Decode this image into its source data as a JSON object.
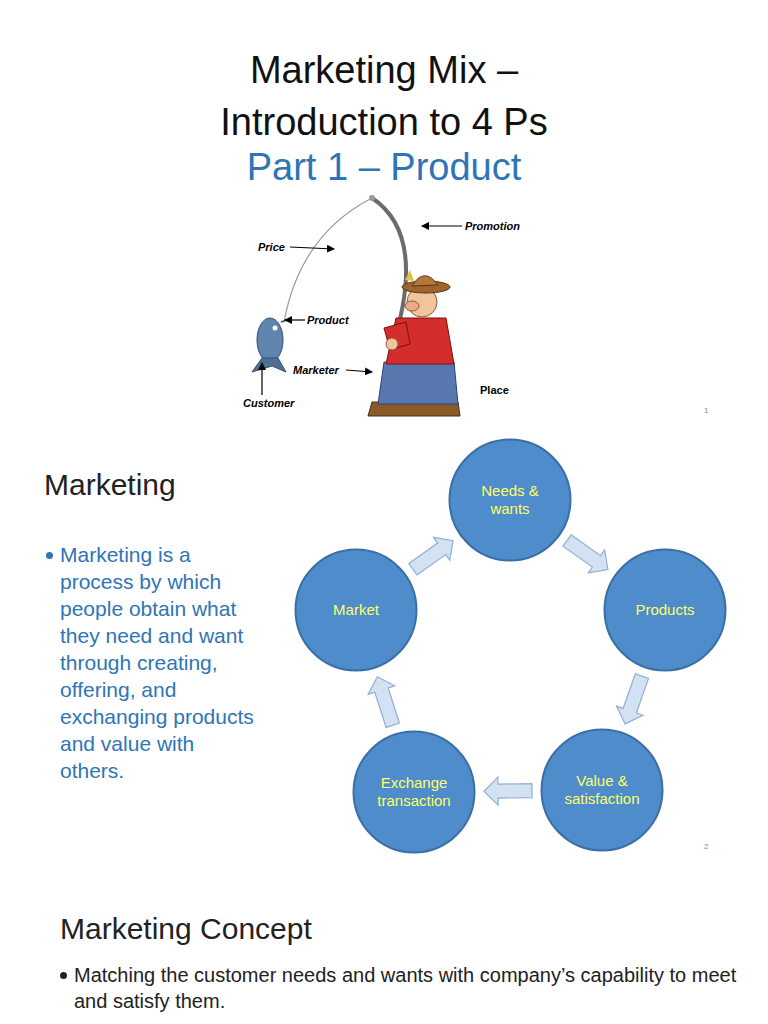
{
  "diagram": {
    "title": "Marketing Mix – Introduction to 4 Ps",
    "nodes": [
      {
        "text": [
          "Needs & wants"
        ]
      },
      {
        "text": [
          "Products"
        ]
      },
      {
        "text": [
          "Value & satisfaction"
        ]
      },
      {
        "text": [
          "Exchange transaction"
        ]
      },
      {
        "text": [
          "Market"
        ]
      }
    ],
    "edges": [
      {
        "from": 0,
        "to": 1,
        "arrow": "to"
      },
      {
        "from": 1,
        "to": 2,
        "arrow": "to"
      },
      {
        "from": 2,
        "to": 3,
        "arrow": "to"
      },
      {
        "from": 3,
        "to": 4,
        "arrow": "to"
      },
      {
        "from": 4,
        "to": 0,
        "arrow": "to"
      }
    ],
    "labels": [
      "Part 1 – Product",
      "Price",
      "Promotion",
      "Product",
      "Marketer",
      "Customer",
      "Place",
      "1",
      "Marketing",
      "Marketing is a process by which people obtain what they need and want through creating, offering, and exchanging products and value with others.",
      "2",
      "Marketing Concept",
      "Matching the customer needs and wants with company’s capability to meet and satisfy them."
    ]
  }
}
